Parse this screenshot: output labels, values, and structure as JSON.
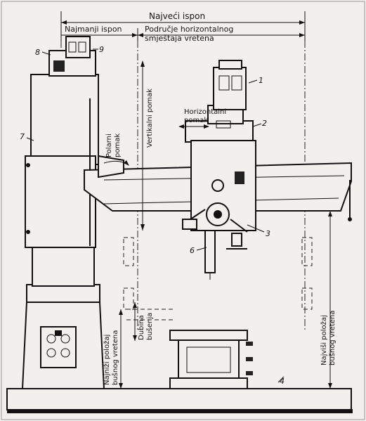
{
  "labels": {
    "najveci_ispon": "Najveći ispon",
    "najmanji_ispon": "Najmanji ispon",
    "podrucje_line1": "Područje horizontalnog",
    "podrucje_line2": "smještaja vretena",
    "vertikalni_pomak": "Vertikalni pomak",
    "horizontalni_line1": "Horizontalni",
    "horizontalni_line2": "pomak",
    "polarni_line1": "Polarni",
    "polarni_line2": "pomak",
    "najnizi_line1": "Najniži položaj",
    "najnizi_line2": "bušnog vretena",
    "dubina_line1": "Dubina",
    "dubina_line2": "bušenja",
    "najvisi_line1": "Najviši položaj",
    "najvisi_line2": "bušnog vretena"
  },
  "callouts": {
    "n1": "1",
    "n2": "2",
    "n3": "3",
    "n4": "4",
    "n6": "6",
    "n7": "7",
    "n8": "8",
    "n9": "9"
  }
}
